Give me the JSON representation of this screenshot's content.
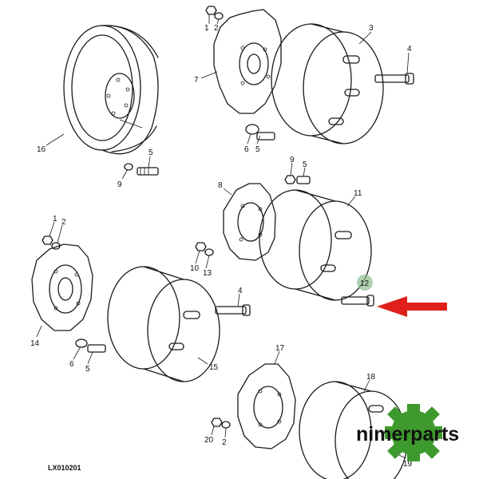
{
  "figure_code": "LX010201",
  "brand": {
    "name": "nimerparts",
    "gear_color": "#3e9a2c"
  },
  "highlight": {
    "label": "12",
    "marker_color": "#8fbc8f",
    "arrow_color": "#e0201a"
  },
  "callouts": {
    "p1_top": "1",
    "p2_top": "2",
    "p3": "3",
    "p4_top": "4",
    "p7": "7",
    "p6_top": "6",
    "p5_top": "5",
    "p16": "16",
    "p5_left": "5",
    "p9_left": "9",
    "p9_mid": "9",
    "p5_mid": "5",
    "p8": "8",
    "p11": "11",
    "p10": "10",
    "p13": "13",
    "p1_low": "1",
    "p2_low": "2",
    "p14": "14",
    "p4_low": "4",
    "p6_low": "6",
    "p5_low": "5",
    "p15": "15",
    "p17": "17",
    "p18": "18",
    "p20": "20",
    "p2_bottom": "2",
    "p19": "19"
  }
}
